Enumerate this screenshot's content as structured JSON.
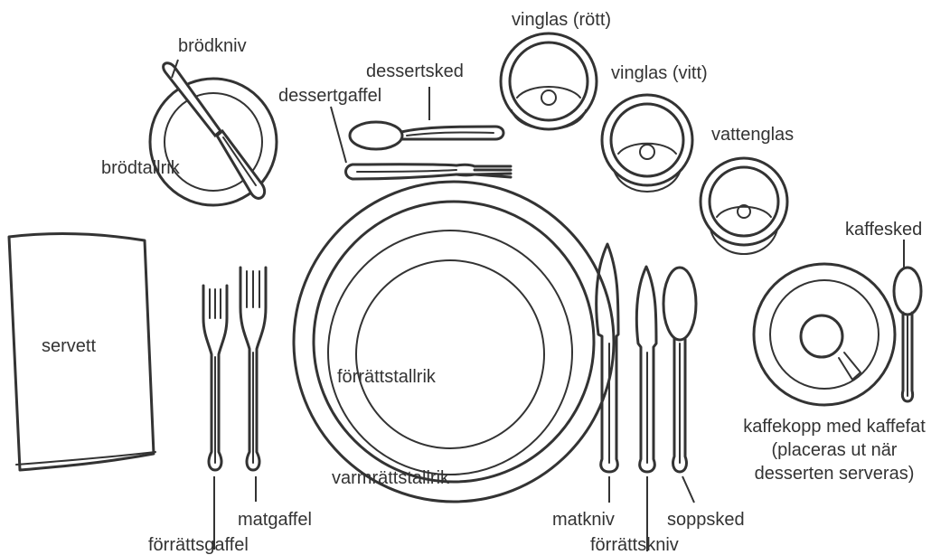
{
  "labels": {
    "brodkniv": "brödkniv",
    "brodtallrik": "brödtallrik",
    "dessertsked": "dessertsked",
    "dessertgaffel": "dessertgaffel",
    "vinglas_rott": "vinglas (rött)",
    "vinglas_vitt": "vinglas (vitt)",
    "vattenglas": "vattenglas",
    "kaffesked": "kaffesked",
    "servett": "servett",
    "forrattstallrik": "förrättstallrik",
    "varmrattstallrik": "varmrättstallrik",
    "kaffekopp_line1": "kaffekopp med kaffefat",
    "kaffekopp_line2": "(placeras ut när",
    "kaffekopp_line3": "desserten serveras)",
    "matgaffel": "matgaffel",
    "forrattsgaffel": "förrättsgaffel",
    "matkniv": "matkniv",
    "forrattskniv": "förrättskniv",
    "soppsked": "soppsked"
  },
  "colors": {
    "line": "#333333",
    "background": "#ffffff"
  }
}
